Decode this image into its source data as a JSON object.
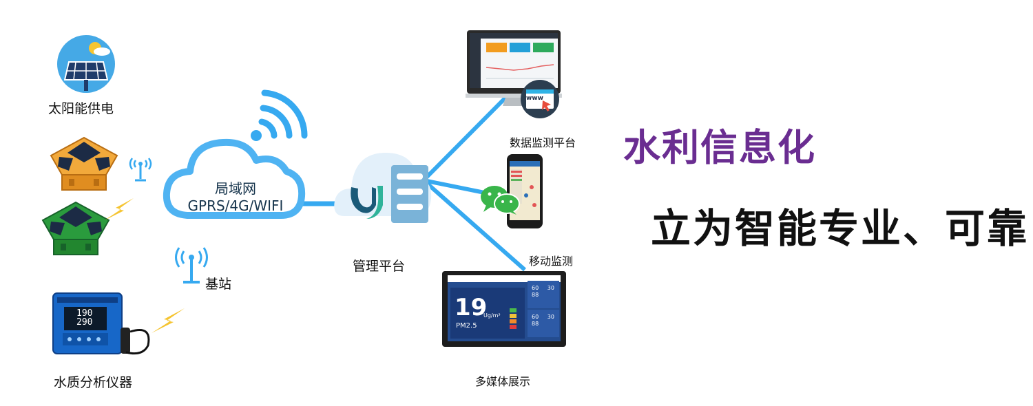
{
  "headline": "水利信息化",
  "slogan": "立为智能专业、可靠",
  "cloud": {
    "line1": "局域网",
    "line2": "GPRS/4G/WIFI"
  },
  "labels": {
    "solar": "太阳能供电",
    "base_station": "基站",
    "water_analyzer": "水质分析仪器",
    "platform": "管理平台",
    "data_platform": "数据监测平台",
    "mobile": "移动监测",
    "multimedia": "多媒体展示"
  },
  "analyzer_screen": {
    "value1": "190",
    "value2": "290"
  },
  "display_screen": {
    "big_value": "19",
    "unit": "Ug/m³",
    "pollutant": "PM2.5",
    "side_value1": "60",
    "side_value2": "30",
    "side_value3": "88",
    "side_value4": "60",
    "side_value5": "30",
    "side_value6": "88"
  },
  "browser_badge": "www",
  "colors": {
    "accent_blue": "#36a9f0",
    "headline_purple": "#6a2d91",
    "cloud_fill": "#ffffff",
    "cloud_stroke": "#4fb3f2"
  }
}
